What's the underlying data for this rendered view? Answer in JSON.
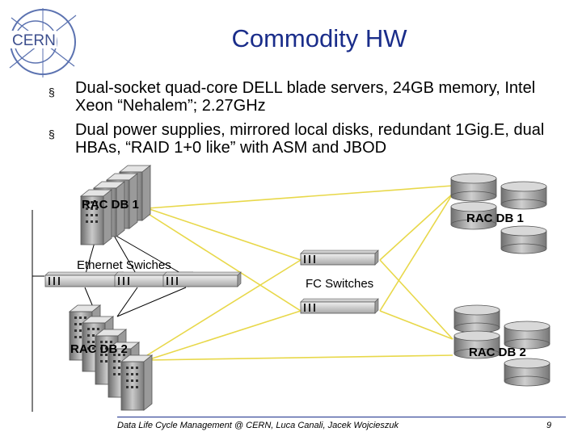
{
  "header": {
    "logo_text": "CERN",
    "title": "Commodity HW"
  },
  "bullets": [
    "Dual-socket quad-core DELL blade servers, 24GB memory, Intel Xeon “Nehalem”; 2.27GHz",
    "Dual power supplies, mirrored local disks, redundant 1Gig.E, dual HBAs, “RAID 1+0 like” with ASM and JBOD"
  ],
  "bullet_marker": "§",
  "diagram": {
    "left_top_label": "RAC DB 1",
    "left_bottom_label": "RAC DB 2",
    "right_top_label": "RAC DB 1",
    "right_bottom_label": "RAC DB 2",
    "ethernet_label": "Ethernet Swiches",
    "fc_label": "FC Switches",
    "link_color": "#e8d84a"
  },
  "footer": {
    "text": "Data Life Cycle Management @ CERN, Luca Canali, Jacek Wojcieszuk",
    "page": "9"
  },
  "colors": {
    "title": "#1a2d8a",
    "accent_line": "#1a2d8a"
  }
}
